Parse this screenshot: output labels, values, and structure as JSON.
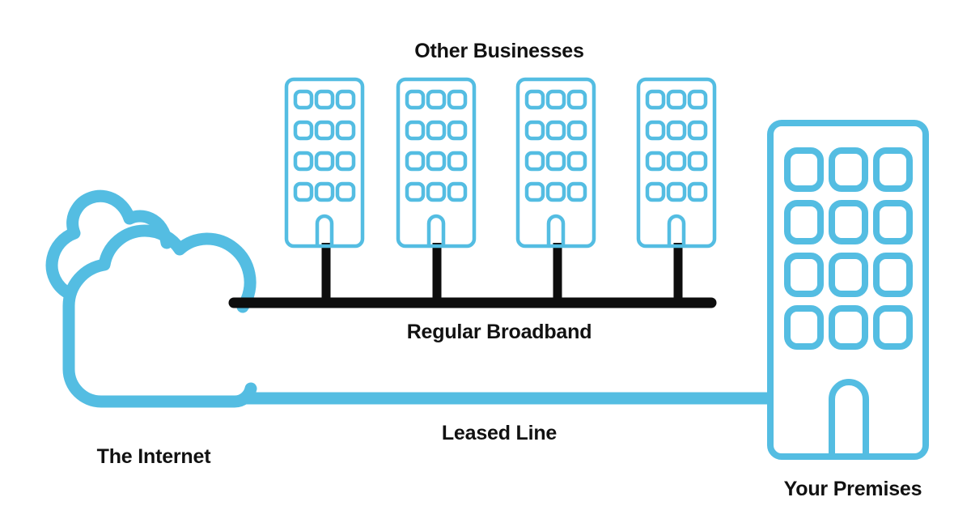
{
  "diagram": {
    "title_text": "Leased Line vs Regular Broadband network diagram",
    "colors": {
      "accent_blue": "#54bde2",
      "line_black": "#0d0d0d",
      "background": "#ffffff",
      "label_text": "#111111"
    },
    "labels": {
      "other_businesses": "Other Businesses",
      "regular_broadband": "Regular Broadband",
      "leased_line": "Leased Line",
      "the_internet": "The Internet",
      "your_premises": "Your Premises"
    },
    "nodes": [
      {
        "id": "internet-cloud",
        "icon": "cloud-icon",
        "label": "The Internet"
      },
      {
        "id": "other-business-1",
        "icon": "office-building-icon",
        "label": "Other Businesses"
      },
      {
        "id": "other-business-2",
        "icon": "office-building-icon",
        "label": "Other Businesses"
      },
      {
        "id": "other-business-3",
        "icon": "office-building-icon",
        "label": "Other Businesses"
      },
      {
        "id": "other-business-4",
        "icon": "office-building-icon",
        "label": "Other Businesses"
      },
      {
        "id": "your-premises",
        "icon": "office-tower-icon",
        "label": "Your Premises"
      }
    ],
    "connections": [
      {
        "id": "shared-broadband-bus",
        "label": "Regular Broadband",
        "color": "#0d0d0d",
        "style": "shared-bus",
        "from": "internet-cloud",
        "to": [
          "other-business-1",
          "other-business-2",
          "other-business-3",
          "other-business-4"
        ]
      },
      {
        "id": "dedicated-leased-line",
        "label": "Leased Line",
        "color": "#54bde2",
        "style": "dedicated",
        "from": "internet-cloud",
        "to": [
          "your-premises"
        ]
      }
    ],
    "small_building": {
      "window_rows": 4,
      "window_cols": 3,
      "has_door": true
    },
    "large_building": {
      "window_rows": 4,
      "window_cols": 3,
      "has_door": true
    }
  }
}
